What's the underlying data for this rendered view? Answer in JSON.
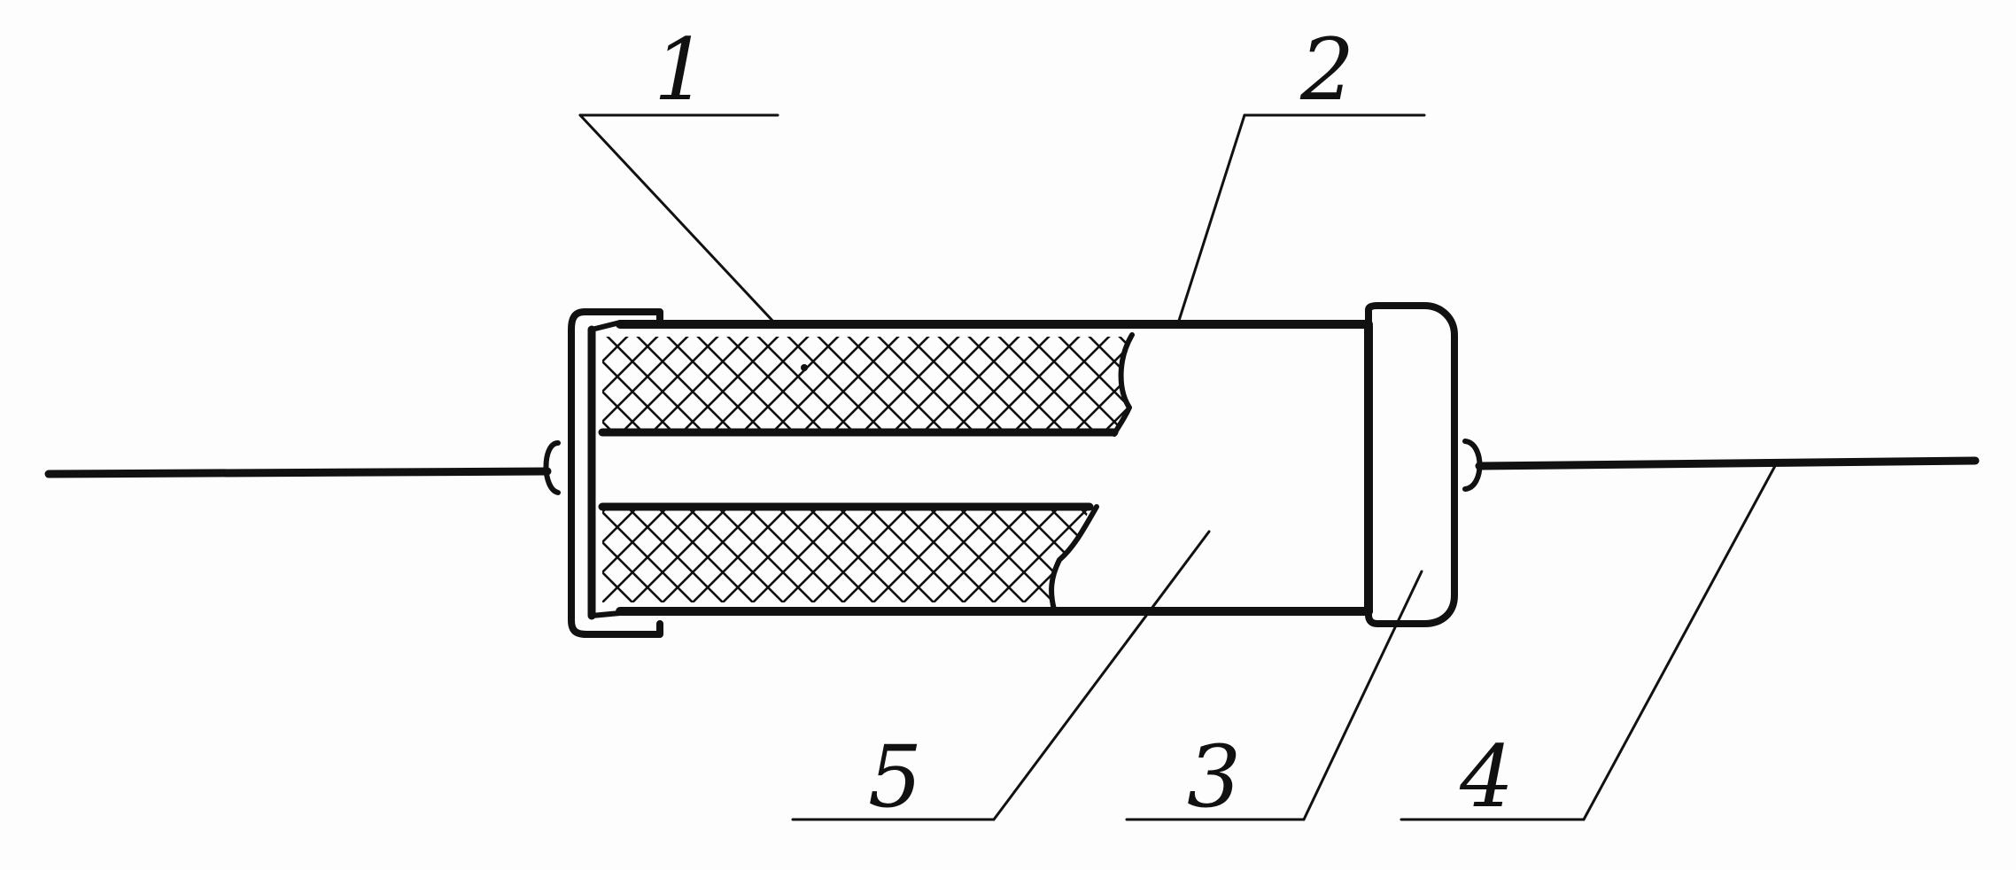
{
  "figure": {
    "callouts": [
      {
        "id": "1",
        "label": "1"
      },
      {
        "id": "2",
        "label": "2"
      },
      {
        "id": "3",
        "label": "3"
      },
      {
        "id": "4",
        "label": "4"
      },
      {
        "id": "5",
        "label": "5"
      }
    ]
  }
}
